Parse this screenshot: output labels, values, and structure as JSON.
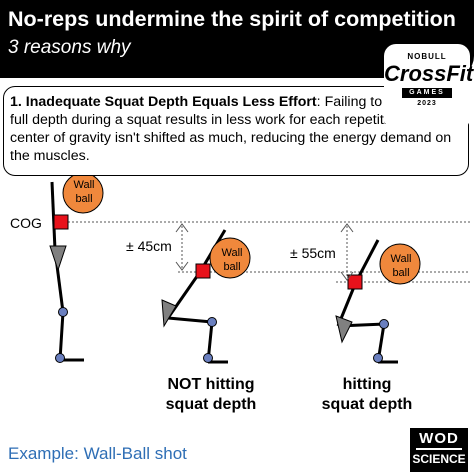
{
  "header": {
    "title": "No-reps undermine the spirit of competition",
    "subtitle": "3 reasons why"
  },
  "logo": {
    "line1": "NOBULL",
    "brand": "CrossFit",
    "games": "GAMES",
    "year": "2023"
  },
  "reason": {
    "heading": "1. Inadequate Squat Depth Equals Less Effort",
    "body": "Failing to reach the full depth during a squat results in less work for each repetition. The center of gravity isn't shifted as much, reducing the energy demand on the muscles."
  },
  "diagram": {
    "cog_label": "COG",
    "ball_label_line1": "Wall",
    "ball_label_line2": "ball",
    "figure_not": {
      "depth_label": "± 45cm",
      "depth_cm": 45,
      "caption_line1": "NOT hitting",
      "caption_line2": "squat depth"
    },
    "figure_hit": {
      "depth_label": "± 55cm",
      "depth_cm": 55,
      "caption_line1": "hitting",
      "caption_line2": "squat depth"
    },
    "colors": {
      "ball": "#f0883c",
      "cog": "#e8121b",
      "joint": "#6a7fbf",
      "foot": "#808080",
      "guide": "#555555"
    }
  },
  "footer": {
    "example": "Example: Wall-Ball shot",
    "brand_line1": "WOD",
    "brand_line2": "SCIENCE"
  }
}
